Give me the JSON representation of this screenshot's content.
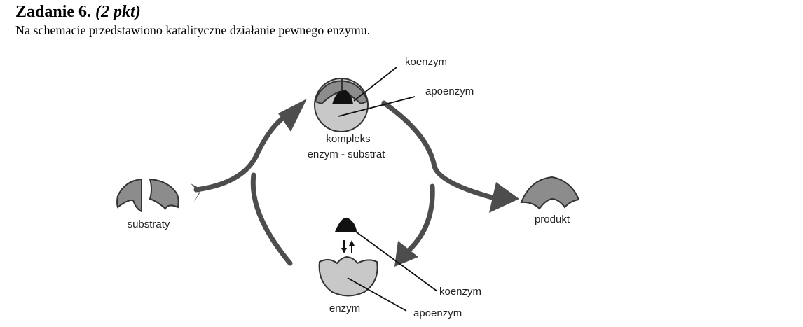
{
  "task": {
    "title": "Zadanie 6.",
    "points": "(2 pkt)",
    "description": "Na schemacie przedstawiono katalityczne działanie pewnego enzymu."
  },
  "diagram": {
    "labels": {
      "koenzym_top": "koenzym",
      "apoenzym_top": "apoenzym",
      "complex_line1": "kompleks",
      "complex_line2": "enzym - substrat",
      "substraty": "substraty",
      "produkt": "produkt",
      "koenzym_bottom": "koenzym",
      "apoenzym_bottom": "apoenzym",
      "enzym": "enzym"
    },
    "colors": {
      "arrow": "#4d4d4d",
      "substrate": "#8c8c8c",
      "apoenzyme": "#c8c8c8",
      "coenzyme": "#111111"
    }
  }
}
